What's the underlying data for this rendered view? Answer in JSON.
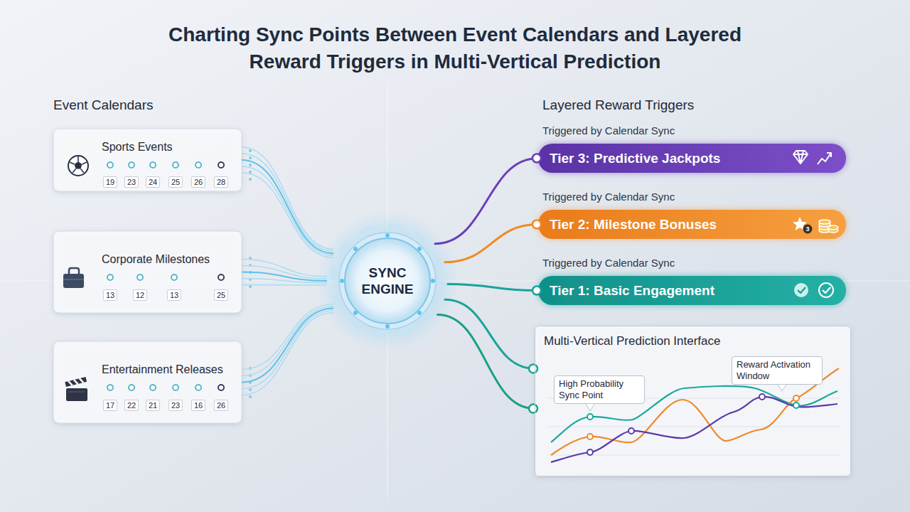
{
  "diagram": {
    "title": "Charting Sync Points Between Event Calendars and Layered Reward Triggers in Multi-Vertical Prediction",
    "nodes": [
      {
        "text": [
          "Sports Events",
          "19",
          "23",
          "24",
          "25",
          "26",
          "28"
        ]
      },
      {
        "text": [
          "Corporate Milestones",
          "13",
          "12",
          "13",
          "25"
        ]
      },
      {
        "text": [
          "Entertainment Releases",
          "17",
          "22",
          "21",
          "23",
          "16",
          "26"
        ]
      },
      {
        "text": [
          "SYNC ENGINE"
        ]
      },
      {
        "text": [
          "Tier 3: Predictive Jackpots"
        ]
      },
      {
        "text": [
          "Tier 2: Milestone Bonuses"
        ]
      },
      {
        "text": [
          "Tier 1: Basic Engagement"
        ]
      },
      {
        "text": [
          "Multi-Vertical Prediction Interface"
        ]
      },
      {
        "text": [
          "High Probability Sync Point"
        ],
        "in": 7
      },
      {
        "text": [
          "Reward Activation Window"
        ],
        "in": 7
      }
    ],
    "edges": [
      {
        "from": 0,
        "to": 3,
        "arrow": "none"
      },
      {
        "from": 1,
        "to": 3,
        "arrow": "none"
      },
      {
        "from": 2,
        "to": 3,
        "arrow": "none"
      },
      {
        "from": 3,
        "to": 4,
        "arrow": "none"
      },
      {
        "from": 3,
        "to": 5,
        "arrow": "none"
      },
      {
        "from": 3,
        "to": 6,
        "arrow": "none"
      },
      {
        "from": 3,
        "to": 7,
        "arrow": "none"
      },
      {
        "from": 3,
        "to": 7,
        "arrow": "none"
      }
    ],
    "labels": [
      "Event Calendars",
      "Layered Reward Triggers",
      "Triggered by Calendar Sync",
      "Triggered by Calendar Sync",
      "Triggered by Calendar Sync",
      "3"
    ]
  }
}
